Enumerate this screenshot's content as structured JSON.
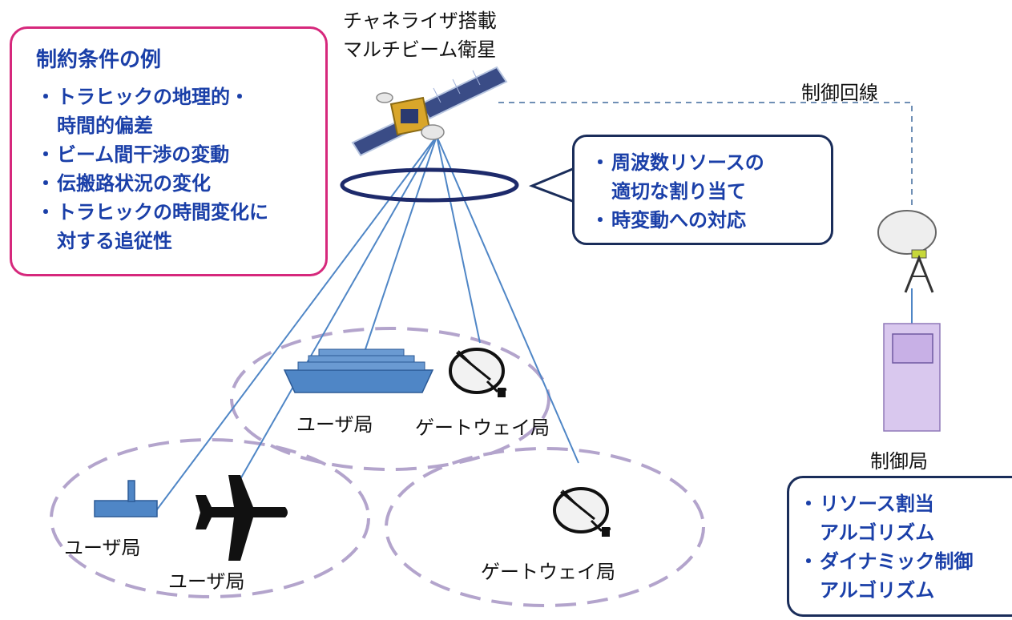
{
  "satellite": {
    "label_line1": "チャネライザ搭載",
    "label_line2": "マルチビーム衛星"
  },
  "control_link_label": "制御回線",
  "constraints": {
    "title": "制約条件の例",
    "items": [
      {
        "line1": "トラヒックの地理的・",
        "line2": "時間的偏差"
      },
      {
        "line1": "ビーム間干渉の変動",
        "line2": ""
      },
      {
        "line1": "伝搬路状況の変化",
        "line2": ""
      },
      {
        "line1": "トラヒックの時間変化に",
        "line2": "対する追従性"
      }
    ]
  },
  "callout": {
    "items": [
      {
        "line1": "周波数リソースの",
        "line2": "適切な割り当て"
      },
      {
        "line1": "時変動への対応",
        "line2": ""
      }
    ]
  },
  "stations": {
    "user_ship": "ユーザ局",
    "gateway_top": "ゲートウェイ局",
    "user_terminal": "ユーザ局",
    "user_plane": "ユーザ局",
    "gateway_bottom": "ゲートウェイ局"
  },
  "control_station": {
    "label": "制御局",
    "items": [
      {
        "line1": "リソース割当",
        "line2": "アルゴリズム"
      },
      {
        "line1": "ダイナミック制御",
        "line2": "アルゴリズム"
      }
    ]
  },
  "colors": {
    "accent_blue": "#1a3fa8",
    "pink_border": "#d6287c",
    "navy_border": "#1a2d5a",
    "beam_line": "#4f86c6",
    "cell_dash": "#b3a4cc",
    "control_station_fill": "#d9c8ee"
  }
}
